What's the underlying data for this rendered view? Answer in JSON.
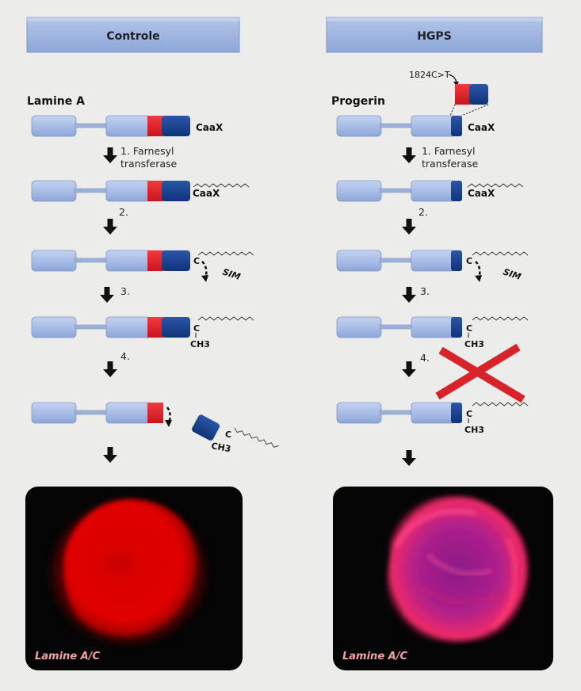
{
  "panels": {
    "left": {
      "header": "Controle",
      "protein_label": "Lamine A",
      "image_caption": "Lamine A/C"
    },
    "right": {
      "header": "HGPS",
      "protein_label": "Progerin",
      "mutation_label": "1824C>T",
      "image_caption": "Lamine A/C"
    }
  },
  "steps": {
    "s1_line1": "1. Farnesyl",
    "s1_line2": "transferase",
    "s2": "2.",
    "s3": "3.",
    "s4": "4."
  },
  "labels": {
    "caax": "CaaX",
    "c": "C",
    "ch3": "CH3",
    "sim": "SIM"
  },
  "colors": {
    "background": "#ecedea",
    "header_fill": "#9fb5df",
    "domain_light": "#a9bde6",
    "domain_dark": "#17408b",
    "domain_red": "#e11e26",
    "arrow": "#111111",
    "cross": "#d8232a",
    "image_bg": "#050505",
    "cell_red": "#e00000",
    "cell_magenta": "#f02a6a"
  },
  "icons": {
    "step_arrow": "down-arrow-icon",
    "cross": "cross-mark-icon",
    "cleavage": "curved-arrow-icon"
  }
}
